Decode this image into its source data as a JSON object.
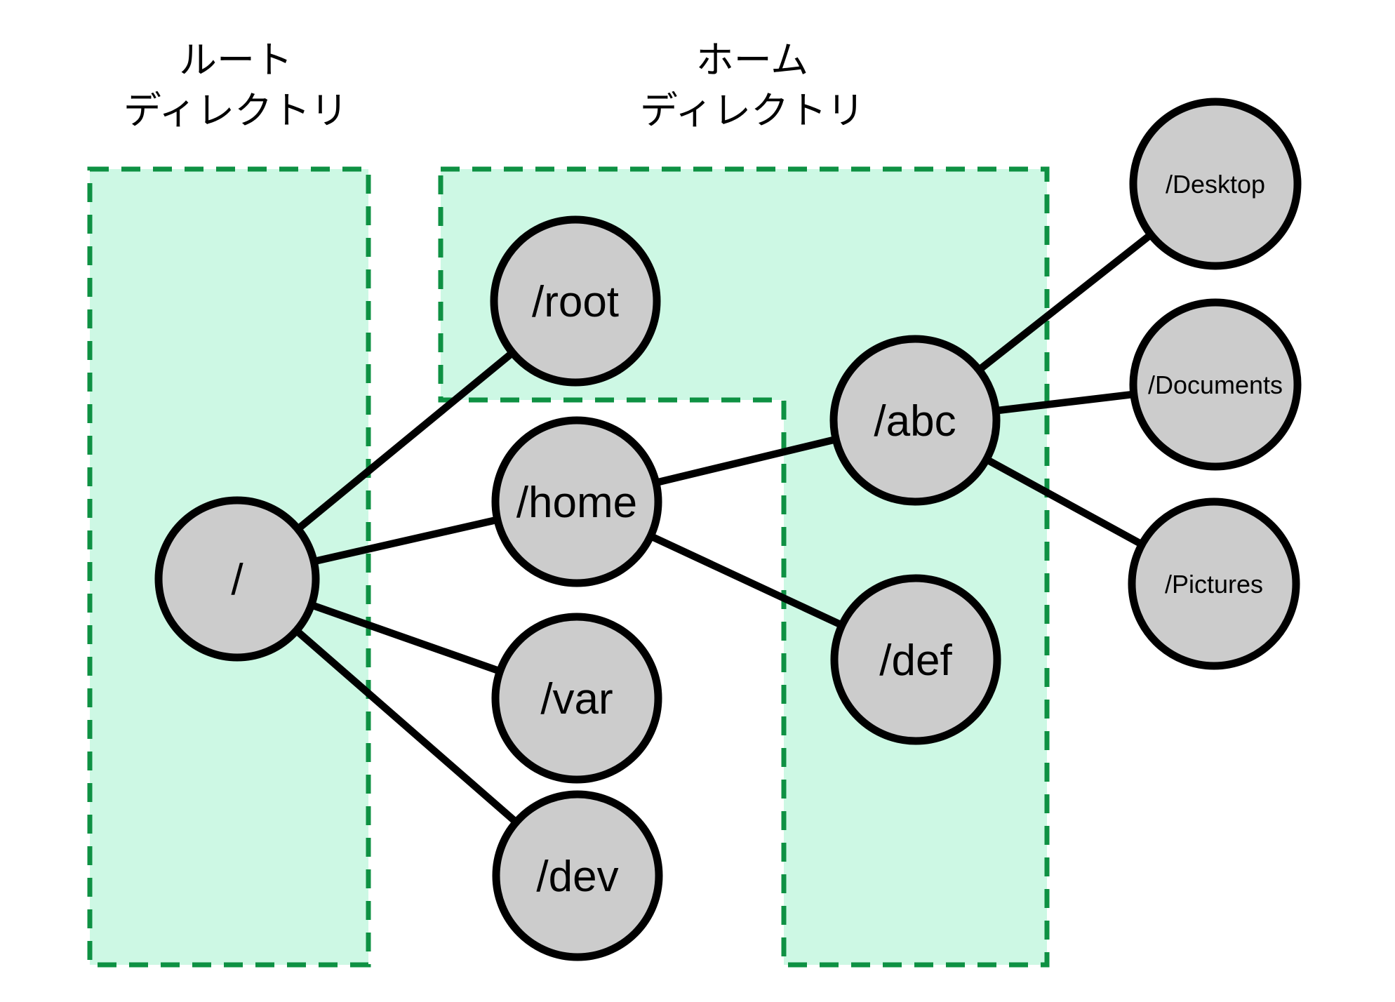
{
  "diagram_title": "linux-filesystem-directory-tree",
  "colors": {
    "region_fill": "#cdf8e4",
    "region_border": "#0e9143",
    "node_fill": "#cccccc",
    "node_border": "#000000",
    "edge_color": "#000000",
    "text_color": "#000000"
  },
  "regions": [
    {
      "id": "root-directory",
      "title_line1": "ルート",
      "title_line2": "ディレクトリ",
      "shape": "rectangle"
    },
    {
      "id": "home-directory",
      "title_line1": "ホーム",
      "title_line2": "ディレクトリ",
      "shape": "l-shaped-polygon"
    }
  ],
  "nodes": [
    {
      "id": "slash",
      "label": "/"
    },
    {
      "id": "root",
      "label": "/root"
    },
    {
      "id": "home",
      "label": "/home"
    },
    {
      "id": "var",
      "label": "/var"
    },
    {
      "id": "dev",
      "label": "/dev"
    },
    {
      "id": "abc",
      "label": "/abc"
    },
    {
      "id": "def",
      "label": "/def"
    },
    {
      "id": "desktop",
      "label": "/Desktop"
    },
    {
      "id": "documents",
      "label": "/Documents"
    },
    {
      "id": "pictures",
      "label": "/Pictures"
    }
  ],
  "edges": [
    {
      "from": "/",
      "to": "/root"
    },
    {
      "from": "/",
      "to": "/home"
    },
    {
      "from": "/",
      "to": "/var"
    },
    {
      "from": "/",
      "to": "/dev"
    },
    {
      "from": "/home",
      "to": "/abc"
    },
    {
      "from": "/home",
      "to": "/def"
    },
    {
      "from": "/abc",
      "to": "/Desktop"
    },
    {
      "from": "/abc",
      "to": "/Documents"
    },
    {
      "from": "/abc",
      "to": "/Pictures"
    }
  ],
  "region_membership": {
    "root-directory": [
      "/"
    ],
    "home-directory": [
      "/root",
      "/abc",
      "/def"
    ]
  }
}
